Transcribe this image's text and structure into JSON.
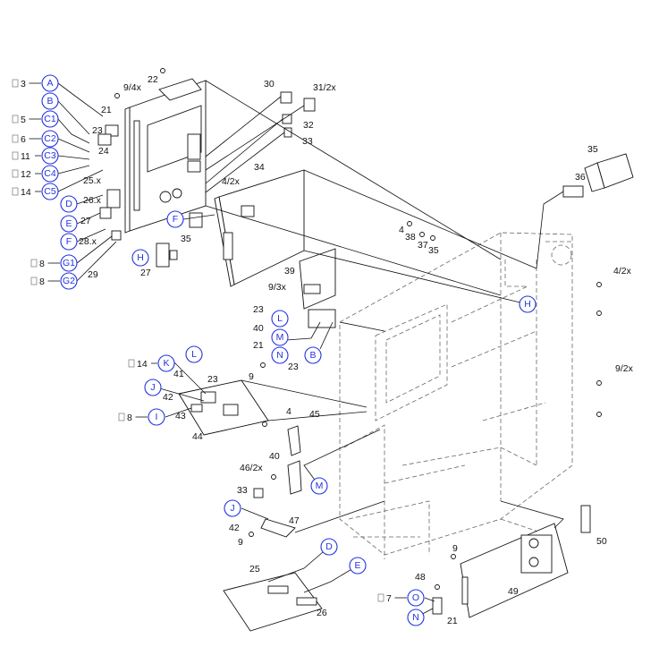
{
  "diagram": {
    "ref_callouts": [
      {
        "id": "A",
        "page": "3"
      },
      {
        "id": "C1",
        "page": "5"
      },
      {
        "id": "C2",
        "page": "6"
      },
      {
        "id": "C3",
        "page": "11"
      },
      {
        "id": "C4",
        "page": "12"
      },
      {
        "id": "C5",
        "page": "14"
      },
      {
        "id": "G1",
        "page": "8"
      },
      {
        "id": "G2",
        "page": "8"
      },
      {
        "id": "K",
        "page": "14"
      },
      {
        "id": "I",
        "page": "8"
      },
      {
        "id": "O",
        "page": "7"
      }
    ],
    "callouts": [
      "B",
      "D",
      "E",
      "F",
      "H",
      "F",
      "H",
      "L",
      "M",
      "N",
      "B",
      "L",
      "J",
      "J",
      "M",
      "D",
      "E",
      "N"
    ],
    "part_labels": [
      "22",
      "9/4x",
      "21",
      "23",
      "24",
      "25.x",
      "26.x",
      "27",
      "28.x",
      "29",
      "27",
      "30",
      "31/2x",
      "32",
      "33",
      "34",
      "4/2x",
      "35",
      "39",
      "9/3x",
      "23",
      "40",
      "21",
      "23",
      "4",
      "38",
      "37",
      "35",
      "36",
      "35",
      "4/2x",
      "9/2x",
      "41",
      "23",
      "42",
      "43",
      "44",
      "9",
      "4",
      "45",
      "46/2x",
      "40",
      "33",
      "42",
      "47",
      "9",
      "25",
      "26",
      "9",
      "48",
      "49",
      "50",
      "21"
    ]
  }
}
